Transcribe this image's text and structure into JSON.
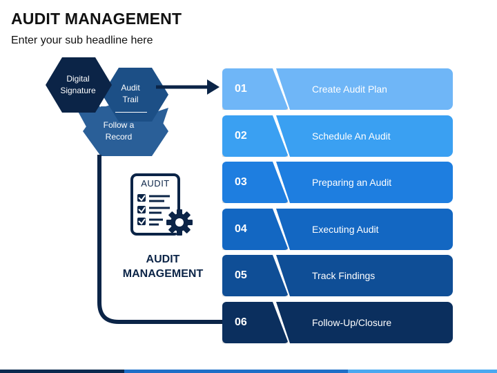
{
  "page": {
    "title": "AUDIT MANAGEMENT",
    "subtitle": "Enter your sub headline here"
  },
  "hexagons": {
    "top_left": "Digital Signature",
    "top_right": "Audit Trail",
    "bottom": "Follow a Record"
  },
  "icon": {
    "document_header": "AUDIT",
    "caption": "AUDIT MANAGEMENT",
    "name": "audit-checklist-gear-icon"
  },
  "steps": [
    {
      "number": "01",
      "label": "Create Audit Plan",
      "num_color": "#6fb6f7",
      "label_color": "#6fb6f7"
    },
    {
      "number": "02",
      "label": "Schedule An Audit",
      "num_color": "#3aa0f2",
      "label_color": "#3aa0f2"
    },
    {
      "number": "03",
      "label": "Preparing an Audit",
      "num_color": "#1e7ee0",
      "label_color": "#1e7ee0"
    },
    {
      "number": "04",
      "label": "Executing Audit",
      "num_color": "#1367c2",
      "label_color": "#1367c2"
    },
    {
      "number": "05",
      "label": "Track Findings",
      "num_color": "#0f4e96",
      "label_color": "#0f4e96"
    },
    {
      "number": "06",
      "label": "Follow-Up/Closure",
      "num_color": "#0b2f5e",
      "label_color": "#0b2f5e"
    }
  ],
  "colors": {
    "dark_navy": "#0b2447",
    "hex_mid": "#1c4f86",
    "hex_light": "#2a5f98"
  }
}
